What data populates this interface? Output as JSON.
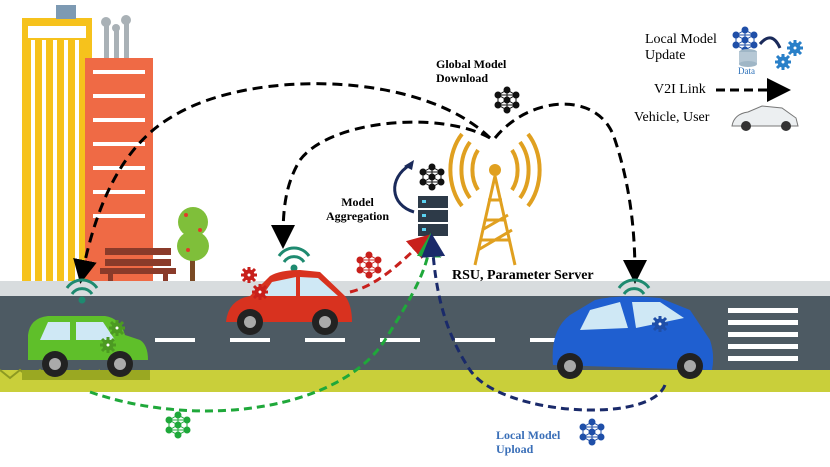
{
  "labels": {
    "global_model_line1": "Global Model",
    "global_model_line2": "Download",
    "model_agg_line1": "Model",
    "model_agg_line2": "Aggregation",
    "rsu": "RSU, Parameter Server",
    "local_upload_line1": "Local Model",
    "local_upload_line2": "Upload"
  },
  "legend": {
    "local_update_line1": "Local Model",
    "local_update_line2": "Update",
    "data": "Data",
    "v2i": "V2I Link",
    "vehicle": "Vehicle, User"
  },
  "colors": {
    "road": "#4d5a63",
    "curb": "#d8dcde",
    "grass": "#c9cf3a",
    "green_car": "#5fbf2a",
    "red_car": "#d8321f",
    "blue_car": "#1f5fd0",
    "download_link": "#000000",
    "green_upload": "#1fa83a",
    "red_upload": "#c8201c",
    "blue_upload": "#1a2a6a",
    "local_upload_text": "#3a6fb8",
    "tower": "#e0a020"
  },
  "icons": [
    "neural-network-icon",
    "gear-icon",
    "wifi-icon",
    "server-icon",
    "database-icon",
    "antenna-tower-icon"
  ]
}
